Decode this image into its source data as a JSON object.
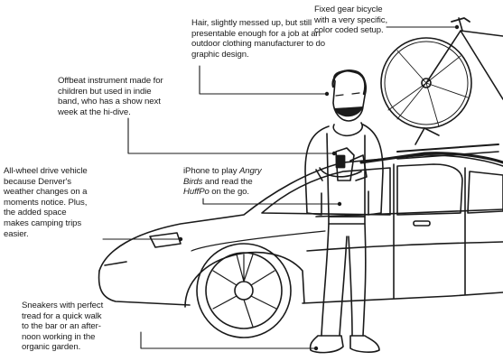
{
  "annotations": {
    "hair": {
      "lines": [
        "Hair, slightly messed up, but still",
        "presentable enough for a job at an",
        "outdoor clothing manufacturer to do",
        "graphic design."
      ]
    },
    "bicycle": {
      "lines": [
        "Fixed gear bicycle",
        "with a very specific,",
        "color coded setup."
      ]
    },
    "instrument": {
      "lines": [
        "Offbeat instrument made for",
        "children but used in indie",
        "band, who has a show next",
        "week at the hi-dive."
      ]
    },
    "vehicle": {
      "lines": [
        "All-wheel drive vehicle",
        "because Denver's",
        "weather changes on a",
        "moments notice. Plus,",
        "the added space",
        "makes camping trips",
        "easier."
      ]
    },
    "iphone": {
      "l1_plain": "iPhone to play ",
      "l1_italic": "Angry",
      "l2_italic": "Birds",
      "l2_plain": " and read the",
      "l3_italic": "HuffPo",
      "l3_plain": " on the go."
    },
    "sneakers": {
      "lines": [
        "Sneakers with perfect",
        "tread for a quick walk",
        "to the bar or an after-",
        "noon working in the",
        "organic garden."
      ]
    }
  },
  "colors": {
    "ink": "#1a1a1a",
    "background": "#ffffff"
  }
}
